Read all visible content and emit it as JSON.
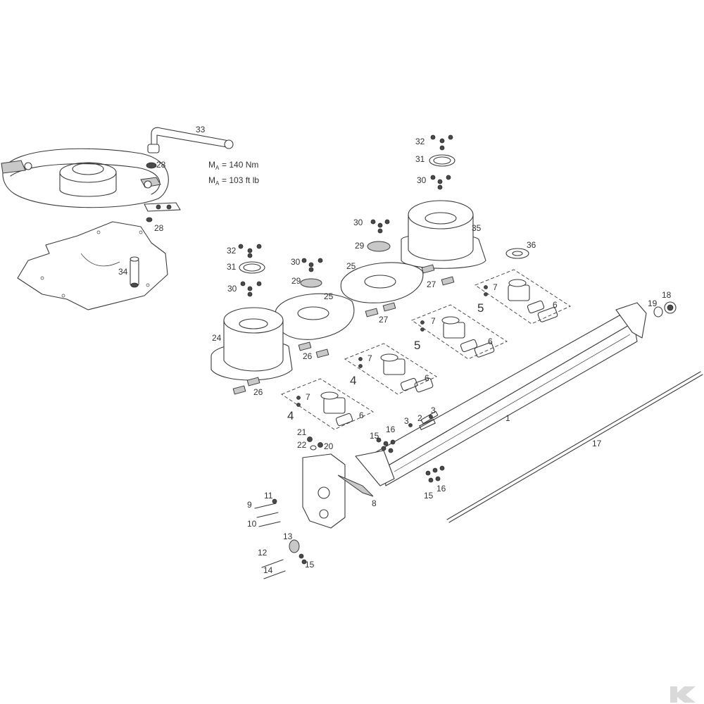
{
  "torque": {
    "symbol": "M",
    "subscript": "A",
    "metric": "= 140 Nm",
    "imperial": "= 103 ft lb"
  },
  "callouts": {
    "c1": "1",
    "c2": "2",
    "c3a": "3",
    "c3b": "3",
    "c4a": "4",
    "c4b": "4",
    "c5a": "5",
    "c5b": "5",
    "c6a": "6",
    "c6b": "6",
    "c6c": "6",
    "c6d": "6",
    "c7a": "7",
    "c7b": "7",
    "c7c": "7",
    "c7d": "7",
    "c8": "8",
    "c9": "9",
    "c10": "10",
    "c11": "11",
    "c12": "12",
    "c13": "13",
    "c14": "14",
    "c15a": "15",
    "c15b": "15",
    "c15c": "15",
    "c16a": "16",
    "c16b": "16",
    "c17": "17",
    "c18": "18",
    "c19": "19",
    "c20": "20",
    "c21": "21",
    "c22": "22",
    "c24": "24",
    "c25a": "25",
    "c25b": "25",
    "c26a": "26",
    "c26b": "26",
    "c27a": "27",
    "c27b": "27",
    "c28a": "28",
    "c28b": "28",
    "c29a": "29",
    "c29b": "29",
    "c30a": "30",
    "c30b": "30",
    "c30c": "30",
    "c30d": "30",
    "c31a": "31",
    "c31b": "31",
    "c32a": "32",
    "c32b": "32",
    "c33": "33",
    "c34": "34",
    "c35": "35",
    "c36": "36"
  },
  "colors": {
    "line": "#3a3a3a",
    "shade": "#c8c8c8",
    "logo": "#d9d9d9"
  },
  "icons": {
    "corner_logo": "brand-k-logo"
  }
}
